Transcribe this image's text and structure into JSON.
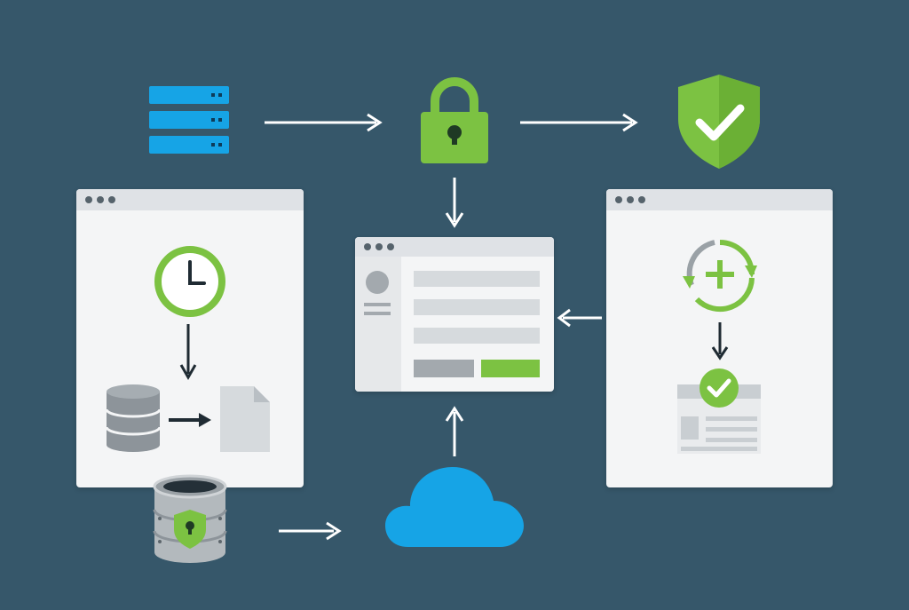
{
  "diagram": {
    "nodes": [
      {
        "id": "server",
        "icon": "server-stack-icon"
      },
      {
        "id": "lock",
        "icon": "padlock-icon"
      },
      {
        "id": "shield",
        "icon": "shield-check-icon"
      },
      {
        "id": "scheduler-window",
        "icon": "clock-icon"
      },
      {
        "id": "database",
        "icon": "database-icon"
      },
      {
        "id": "document",
        "icon": "document-icon"
      },
      {
        "id": "dashboard-window",
        "icon": "app-window-icon"
      },
      {
        "id": "restore-window",
        "icon": "sync-add-icon"
      },
      {
        "id": "verified-report",
        "icon": "verified-report-icon"
      },
      {
        "id": "secure-storage",
        "icon": "secure-database-icon"
      },
      {
        "id": "cloud",
        "icon": "cloud-icon"
      }
    ],
    "edges": [
      [
        "server",
        "lock"
      ],
      [
        "lock",
        "shield"
      ],
      [
        "lock",
        "dashboard-window"
      ],
      [
        "restore-window",
        "dashboard-window"
      ],
      [
        "cloud",
        "dashboard-window"
      ],
      [
        "secure-storage",
        "cloud"
      ],
      [
        "clock",
        "database"
      ],
      [
        "database",
        "document"
      ],
      [
        "sync",
        "verified-report"
      ]
    ],
    "colors": {
      "background": "#36576a",
      "accent_green": "#7cc242",
      "accent_blue": "#16a4e6",
      "arrow": "#ffffff",
      "window": "#f4f5f6",
      "dark": "#1f2b33"
    }
  }
}
